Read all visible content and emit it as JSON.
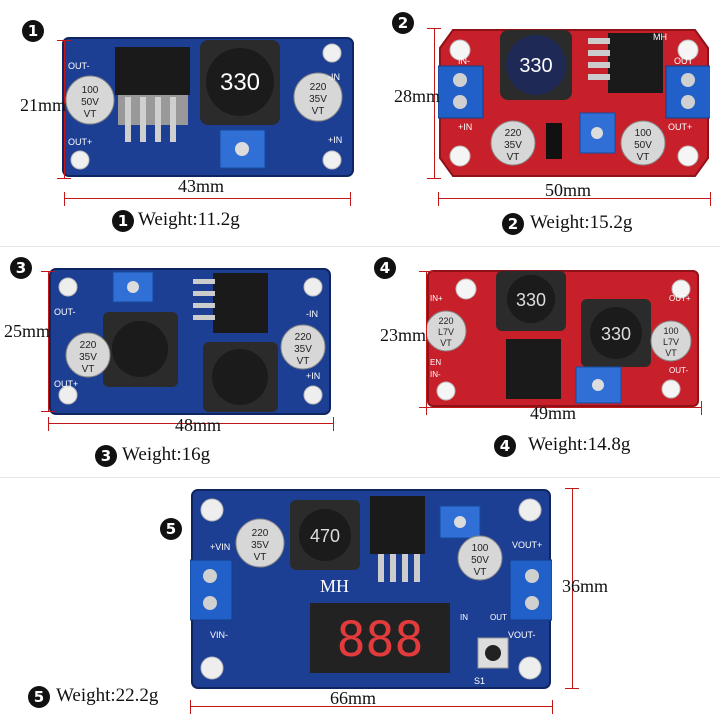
{
  "modules": [
    {
      "number": "1",
      "weight": "Weight:11.2g",
      "height": "21mm",
      "width": "43mm",
      "labels": {
        "inductor": "330",
        "cap_left": [
          "100",
          "50V",
          "VT"
        ],
        "cap_right": [
          "220",
          "35V",
          "VT"
        ],
        "in_minus": "-IN",
        "in_plus": "+IN",
        "out_minus": "OUT-",
        "out_plus": "OUT+"
      }
    },
    {
      "number": "2",
      "weight": "Weight:15.2g",
      "height": "28mm",
      "width": "50mm",
      "labels": {
        "inductor": "330",
        "cap_left": [
          "220",
          "35V",
          "VT"
        ],
        "cap_right": [
          "100",
          "50V",
          "VT"
        ],
        "in_minus": "IN-",
        "in_plus": "+IN",
        "out_minus": "OUT",
        "out_plus": "OUT+",
        "brand": "MH"
      }
    },
    {
      "number": "3",
      "weight": "Weight:16g",
      "height": "25mm",
      "width": "48mm",
      "labels": {
        "cap_left": [
          "220",
          "35V",
          "VT"
        ],
        "cap_right": [
          "220",
          "35V",
          "VT"
        ],
        "in_minus": "-IN",
        "in_plus": "+IN",
        "out_minus": "OUT-",
        "out_plus": "OUT+"
      }
    },
    {
      "number": "4",
      "weight": "Weight:14.8g",
      "height": "23mm",
      "width": "49mm",
      "labels": {
        "inductor_left": "330",
        "inductor_right": "330",
        "cap_left": [
          "220",
          "L7V",
          "VT"
        ],
        "cap_right": [
          "100",
          "L7V",
          "VT"
        ],
        "in_plus": "IN+",
        "in_minus": "IN-",
        "en": "EN",
        "out_plus": "OUT+",
        "out_minus": "OUT-"
      }
    },
    {
      "number": "5",
      "weight": "Weight:22.2g",
      "height": "36mm",
      "width": "66mm",
      "labels": {
        "inductor": "470",
        "cap_left": [
          "220",
          "35V",
          "VT"
        ],
        "cap_right": [
          "100",
          "50V",
          "VT"
        ],
        "vin_plus": "+VIN",
        "vin_minus": "VIN-",
        "vout_plus": "VOUT+",
        "vout_minus": "VOUT-",
        "brand": "MH",
        "display": "888",
        "s1": "S1",
        "in": "IN",
        "out": "OUT"
      }
    }
  ],
  "colors": {
    "pcb_blue": "#1d3f93",
    "pcb_red": "#c8202a",
    "dim_line": "#c31616",
    "terminal_blue": "#2160c8"
  }
}
